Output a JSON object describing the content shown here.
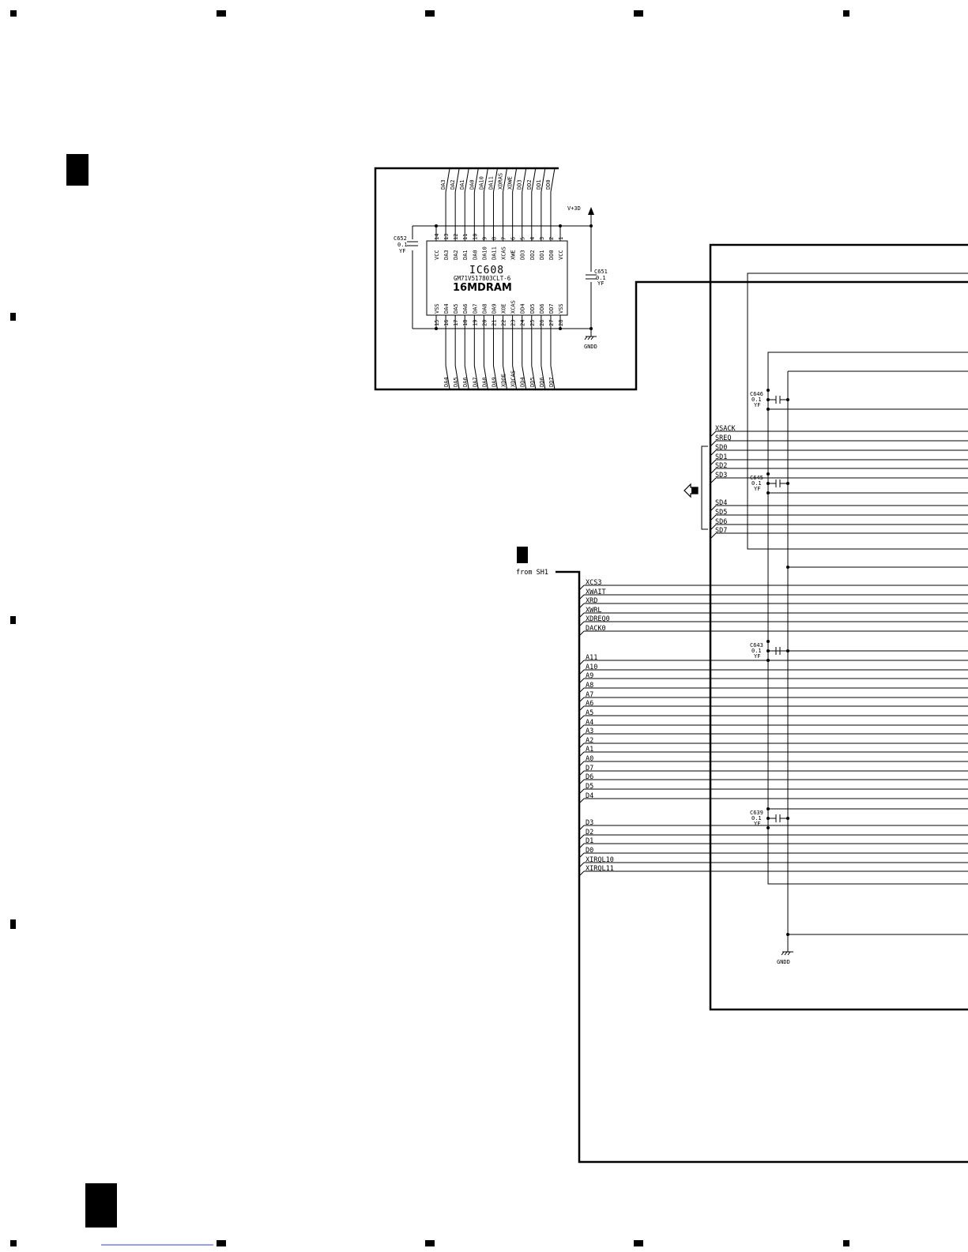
{
  "ic": {
    "ref": "IC608",
    "part": "GM71V517803CLT-6",
    "type": "16MDRAM",
    "top_pins": [
      {
        "name": "VCC",
        "num": "14"
      },
      {
        "name": "DA3",
        "num": "13"
      },
      {
        "name": "DA2",
        "num": "12"
      },
      {
        "name": "DA1",
        "num": "11"
      },
      {
        "name": "DA0",
        "num": "10"
      },
      {
        "name": "DA10",
        "num": "9"
      },
      {
        "name": "DA11",
        "num": "8"
      },
      {
        "name": "XCAS",
        "num": "7"
      },
      {
        "name": "XWE",
        "num": "6"
      },
      {
        "name": "DD3",
        "num": "5"
      },
      {
        "name": "DD2",
        "num": "4"
      },
      {
        "name": "DD1",
        "num": "3"
      },
      {
        "name": "DD0",
        "num": "2"
      },
      {
        "name": "VCC",
        "num": "1"
      }
    ],
    "bottom_pins": [
      {
        "name": "VSS",
        "num": "15"
      },
      {
        "name": "DA4",
        "num": "16"
      },
      {
        "name": "DA5",
        "num": "17"
      },
      {
        "name": "DA6",
        "num": "18"
      },
      {
        "name": "DA7",
        "num": "19"
      },
      {
        "name": "DA8",
        "num": "20"
      },
      {
        "name": "DA9",
        "num": "21"
      },
      {
        "name": "XOE",
        "num": "22"
      },
      {
        "name": "XCAS",
        "num": "23"
      },
      {
        "name": "DD4",
        "num": "24"
      },
      {
        "name": "DD5",
        "num": "25"
      },
      {
        "name": "DD6",
        "num": "26"
      },
      {
        "name": "DD7",
        "num": "27"
      },
      {
        "name": "VSS",
        "num": "28"
      }
    ],
    "top_nets": [
      "DA3",
      "DA2",
      "DA1",
      "DA0",
      "DA10",
      "DA11",
      "XDRAS",
      "XDWE",
      "DD3",
      "DD2",
      "DD1",
      "DD0"
    ],
    "bottom_nets": [
      "DA4",
      "DA5",
      "DA6",
      "DA7",
      "DA8",
      "DA9",
      "XDOE",
      "XDCAS",
      "DD4",
      "DD5",
      "DD6",
      "DD7"
    ]
  },
  "power": {
    "vcc": "V+3D",
    "gnd_top": "GNDD",
    "gnd_bottom": "GNDD"
  },
  "capacitors": [
    {
      "ref": "C652",
      "value": "0.1",
      "type": "YF"
    },
    {
      "ref": "C651",
      "value": "0.1",
      "type": "YF"
    },
    {
      "ref": "C646",
      "value": "0.1",
      "type": "YF"
    },
    {
      "ref": "C645",
      "value": "0.1",
      "type": "YF"
    },
    {
      "ref": "C643",
      "value": "0.1",
      "type": "YF"
    },
    {
      "ref": "C639",
      "value": "0.1",
      "type": "YF"
    }
  ],
  "s_bus": [
    "XSACK",
    "SREQ",
    "SD0",
    "SD1",
    "SD2",
    "SD3",
    "SD4",
    "SD5",
    "SD6",
    "SD7"
  ],
  "from_label": "from SH1",
  "ctrl_bus": [
    "XCS3",
    "XWAIT",
    "XRD",
    "XWRL",
    "XDREQ0",
    "DACK0"
  ],
  "addr_bus": [
    "A11",
    "A10",
    "A9",
    "A8",
    "A7",
    "A6",
    "A5",
    "A4",
    "A3",
    "A2",
    "A1",
    "A0",
    "D7",
    "D6",
    "D5",
    "D4"
  ],
  "data_bus": [
    "D3",
    "D2",
    "D1",
    "D0",
    "XIRQL10",
    "XIRQL11"
  ]
}
